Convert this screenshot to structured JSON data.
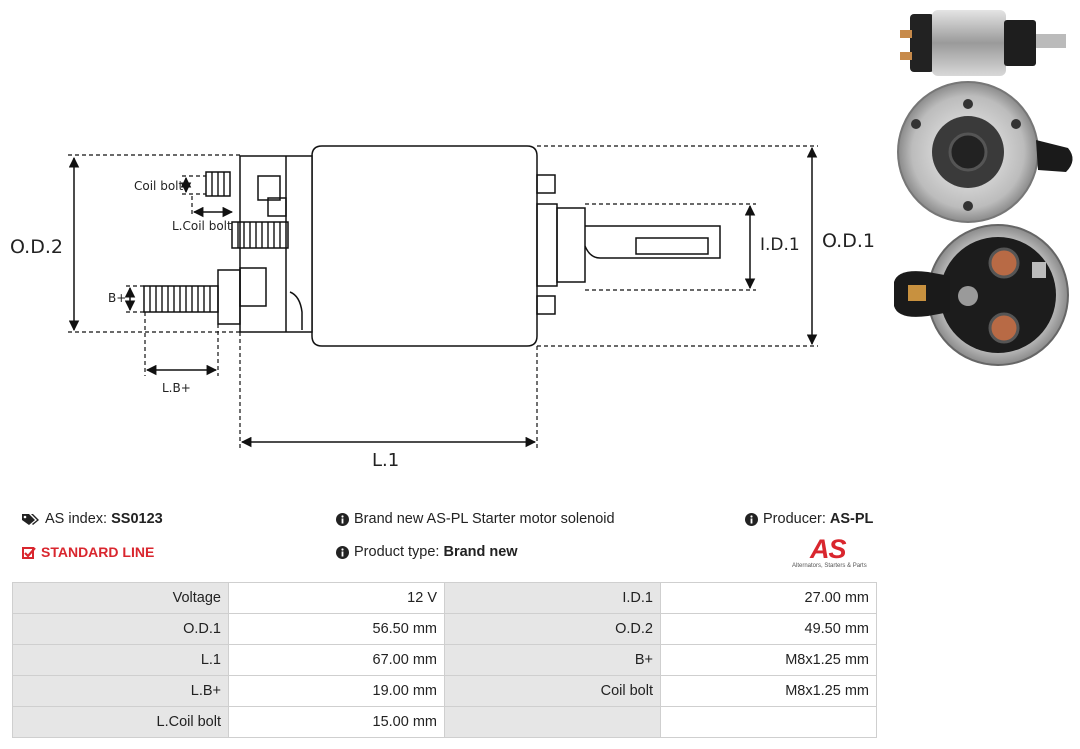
{
  "drawing": {
    "labels": {
      "od2": "O.D.2",
      "od1": "O.D.1",
      "id1": "I.D.1",
      "l1": "L.1",
      "lb": "L.B+",
      "bplus": "B+",
      "coil_bolt": "Coil bolt",
      "lcoil_bolt": "L.Coil bolt"
    }
  },
  "info": {
    "index_label": "AS index:",
    "index_value": "SS0123",
    "line_label": "STANDARD LINE",
    "description": "Brand new AS-PL Starter motor solenoid",
    "type_label": "Product type:",
    "type_value": "Brand new",
    "producer_label": "Producer:",
    "producer_value": "AS-PL"
  },
  "logo": {
    "text": "AS",
    "tagline": "Alternators, Starters & Parts"
  },
  "colors": {
    "accent": "#d9262e",
    "label_bg": "#e6e6e6",
    "border": "#cfcfcf"
  },
  "specs": [
    {
      "l1": "Voltage",
      "v1": "12 V",
      "l2": "I.D.1",
      "v2": "27.00 mm"
    },
    {
      "l1": "O.D.1",
      "v1": "56.50 mm",
      "l2": "O.D.2",
      "v2": "49.50 mm"
    },
    {
      "l1": "L.1",
      "v1": "67.00 mm",
      "l2": "B+",
      "v2": "M8x1.25 mm"
    },
    {
      "l1": "L.B+",
      "v1": "19.00 mm",
      "l2": "Coil bolt",
      "v2": "M8x1.25 mm"
    },
    {
      "l1": "L.Coil bolt",
      "v1": "15.00 mm",
      "l2": "",
      "v2": ""
    }
  ]
}
